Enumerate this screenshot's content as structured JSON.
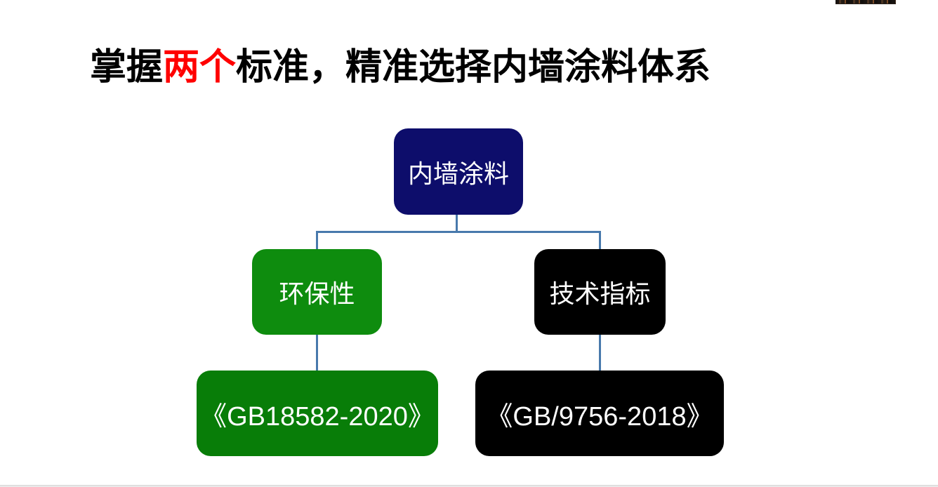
{
  "title": {
    "part_normal_1": "掌握",
    "part_highlight": "两个",
    "part_normal_2": "标准，精准选择内墙涂料体系"
  },
  "diagram": {
    "nodes": {
      "root": {
        "label": "内墙涂料"
      },
      "env": {
        "label": "环保性"
      },
      "tech": {
        "label": "技术指标"
      },
      "env_std": {
        "label": "《GB18582-2020》"
      },
      "tech_std": {
        "label": "《GB/9756-2018》"
      }
    },
    "edges": [
      [
        "root",
        "env"
      ],
      [
        "root",
        "tech"
      ],
      [
        "env",
        "env_std"
      ],
      [
        "tech",
        "tech_std"
      ]
    ]
  },
  "colors": {
    "title_text": "#000000",
    "title_highlight": "#FF0000",
    "root_fill": "#0D0D6B",
    "env_fill": "#0E8C0E",
    "tech_fill": "#000000",
    "env_std_fill": "#087D08",
    "tech_std_fill": "#000000",
    "node_text": "#FFFFFF",
    "connector": "#4879AC",
    "bottom_bar": "#E9E9E9"
  },
  "decor": {
    "top_right_logo": "partial-logo-strip"
  }
}
